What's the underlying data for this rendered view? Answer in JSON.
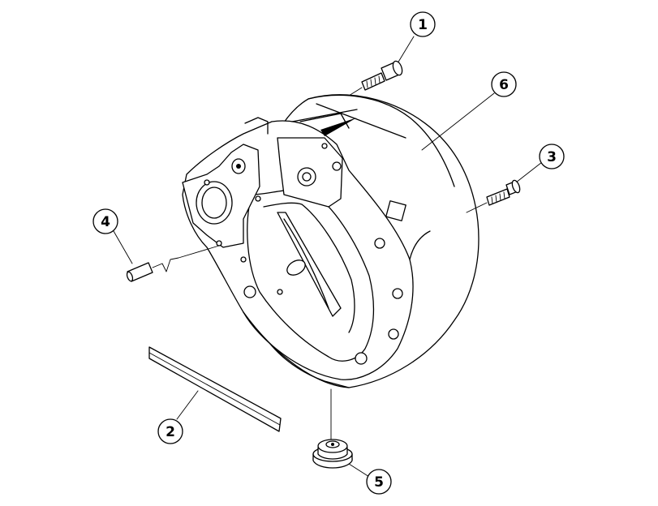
{
  "callouts": [
    {
      "id": "callout-1",
      "label": "1"
    },
    {
      "id": "callout-2",
      "label": "2"
    },
    {
      "id": "callout-3",
      "label": "3"
    },
    {
      "id": "callout-4",
      "label": "4"
    },
    {
      "id": "callout-5",
      "label": "5"
    },
    {
      "id": "callout-6",
      "label": "6"
    }
  ],
  "parts": [
    "capscrew",
    "gasket-strip",
    "capscrew",
    "dowel-pin",
    "plug",
    "flywheel-housing"
  ]
}
